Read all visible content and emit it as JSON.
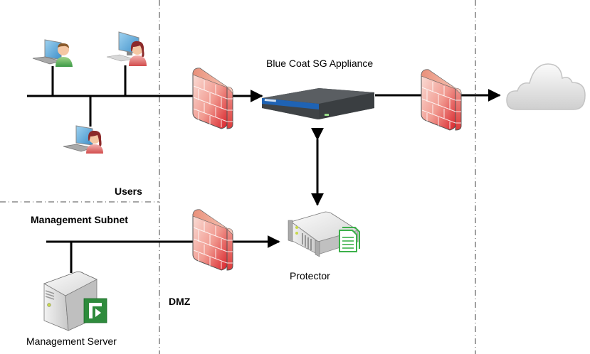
{
  "diagram": {
    "labels": {
      "appliance": "Blue Coat SG Appliance",
      "users_zone": "Users",
      "mgmt_subnet": "Management Subnet",
      "dmz_zone": "DMZ",
      "protector": "Protector",
      "mgmt_server": "Management Server",
      "appliance_badge": "Blue Coat"
    },
    "nodes": [
      {
        "id": "user-1",
        "type": "laptop-user",
        "gender": "male"
      },
      {
        "id": "user-2",
        "type": "desktop-user",
        "gender": "female"
      },
      {
        "id": "user-3",
        "type": "laptop-user",
        "gender": "female"
      },
      {
        "id": "firewall-users",
        "type": "firewall"
      },
      {
        "id": "bluecoat-appliance",
        "type": "appliance"
      },
      {
        "id": "firewall-internet",
        "type": "firewall"
      },
      {
        "id": "internet-cloud",
        "type": "cloud"
      },
      {
        "id": "firewall-mgmt",
        "type": "firewall"
      },
      {
        "id": "protector-server",
        "type": "server"
      },
      {
        "id": "management-server",
        "type": "server"
      }
    ],
    "edges": [
      {
        "from": "users-bus",
        "to": "bluecoat-appliance",
        "via": "firewall-users",
        "arrow": "end"
      },
      {
        "from": "bluecoat-appliance",
        "to": "internet-cloud",
        "via": "firewall-internet",
        "arrow": "end"
      },
      {
        "from": "bluecoat-appliance",
        "to": "protector-server",
        "arrow": "both"
      },
      {
        "from": "mgmt-bus",
        "to": "protector-server",
        "via": "firewall-mgmt",
        "arrow": "end"
      }
    ],
    "colors": {
      "line": "#000000",
      "zone_divider": "#888888",
      "firewall": "#e05a5a",
      "appliance_body": "#4a4e52",
      "appliance_stripe": "#1f63b4",
      "cloud": "#dcdcdc",
      "server": "#e0e0e0",
      "doc_green": "#3cb04a",
      "brand_green": "#2e8b3c"
    }
  }
}
